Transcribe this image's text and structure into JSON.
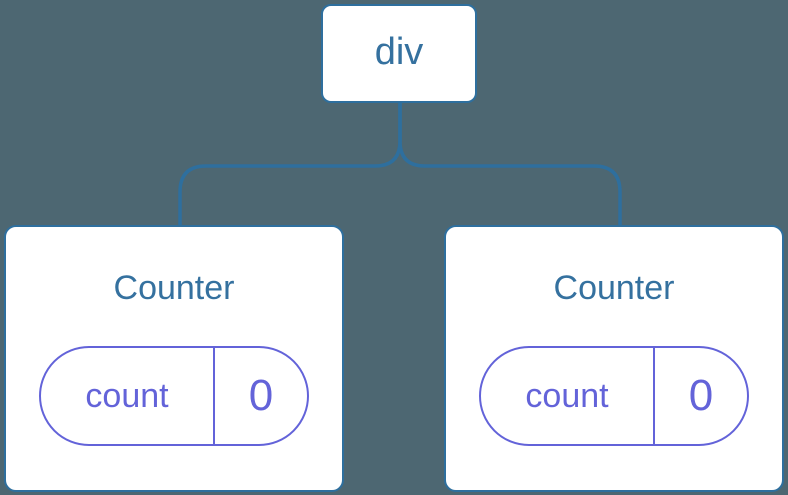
{
  "figure": {
    "kind": "react-component-tree",
    "background": "#4d6772",
    "colors": {
      "background": "#4d6772",
      "card_bg": "#ffffff",
      "node_border": "#2e6f9e",
      "node_text": "#35719f",
      "connector": "#2e6f9e",
      "state_accent": "#6363d9"
    }
  },
  "tree": {
    "root": {
      "label": "div"
    },
    "children": [
      {
        "title": "Counter",
        "state": {
          "key": "count",
          "value": "0"
        }
      },
      {
        "title": "Counter",
        "state": {
          "key": "count",
          "value": "0"
        }
      }
    ]
  }
}
